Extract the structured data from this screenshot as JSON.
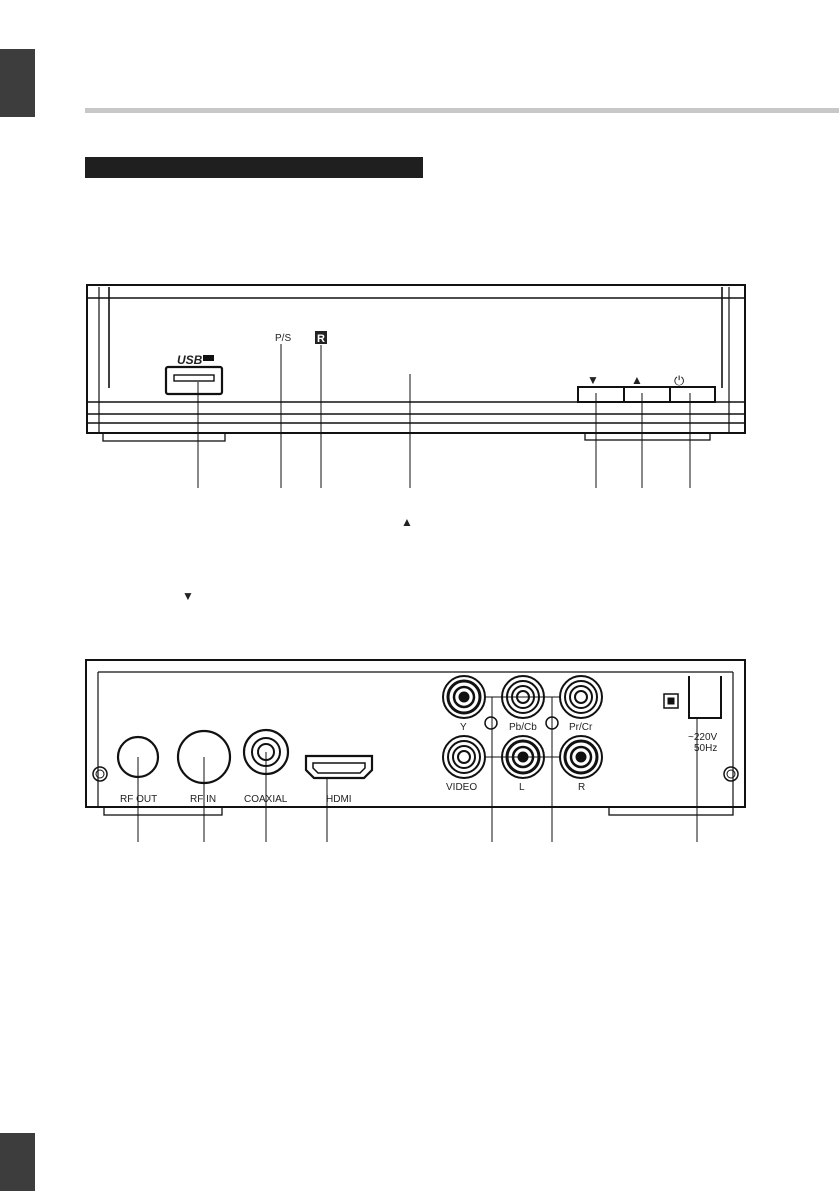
{
  "front_panel": {
    "usb_logo": "USB",
    "ps_label": "P/S",
    "ir_label": "R",
    "btn_down_glyph": "▼",
    "btn_up_glyph": "▲",
    "btn_power_glyph": "⏻"
  },
  "below_front": {
    "up_glyph": "▲",
    "down_glyph": "▼"
  },
  "rear_panel": {
    "rf_out": "RF OUT",
    "rf_in": "RF IN",
    "coaxial": "COAXIAL",
    "hdmi": "HDMI",
    "y": "Y",
    "pb_cb": "Pb/Cb",
    "pr_cr": "Pr/Cr",
    "video": "VIDEO",
    "l": "L",
    "r": "R",
    "power_v": "~220V",
    "power_hz": "50Hz"
  }
}
